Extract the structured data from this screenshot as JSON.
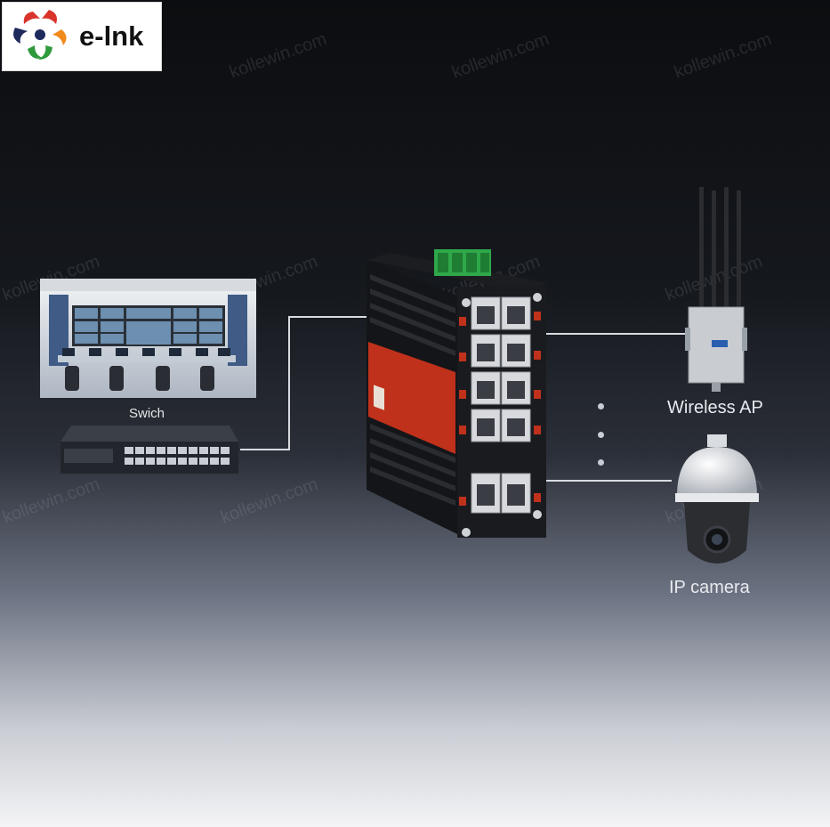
{
  "logo": {
    "text": "e-lnk",
    "mark": "e-lnk-logo-mark"
  },
  "watermark": "kollewin.com",
  "labels": {
    "switch": "Swich",
    "wireless_ap": "Wireless AP",
    "ip_camera": "IP camera"
  },
  "colors": {
    "accent_red": "#c0311c",
    "terminal_green": "#2fa84a",
    "cable_line": "#d8dbe0",
    "logo_red": "#d9332b",
    "logo_green": "#2e9a3c",
    "logo_navy": "#1f2a5c",
    "logo_orange": "#f08a1c"
  },
  "icons": [
    "control-room-image",
    "rack-switch-icon",
    "industrial-switch-icon",
    "wireless-ap-icon",
    "ip-camera-icon"
  ]
}
